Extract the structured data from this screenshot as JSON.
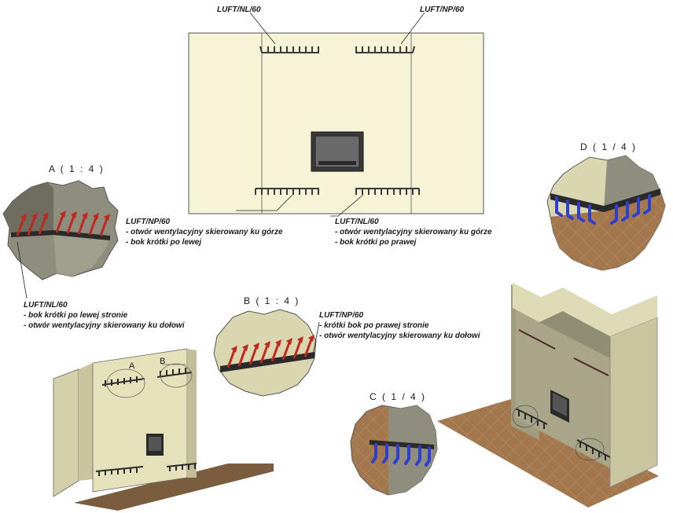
{
  "labels": {
    "top_left": "LUFT/NL/60",
    "top_right": "LUFT/NP/60",
    "mid_np": {
      "title": "LUFT/NP/60",
      "line1": "- otwór wentylacyjny skierowany ku górze",
      "line2": "- bok krótki po lewej"
    },
    "mid_nl": {
      "title": "LUFT/NL/60",
      "line1": "- otwór wentylacyjny skierowany ku górze",
      "line2": "- bok krótki po prawej"
    },
    "left_nl": {
      "title": "LUFT/NL/60",
      "line1": "- bok krótki po lewej stronie",
      "line2": "- otwór wentylacyjny skierowany ku dołowi"
    },
    "b_np": {
      "title": "LUFT/NP/60",
      "line1": "- krótki bok po prawej stronie",
      "line2": "- otwór wentylacyjny skierowany ku dołowi"
    }
  },
  "details": {
    "a": "A ( 1 : 4 )",
    "b": "B ( 1 : 4 )",
    "c": "C ( 1 / 4 )",
    "d": "D ( 1 / 4 )"
  },
  "markers": {
    "a": "A",
    "b": "B"
  },
  "colors": {
    "wall": "#f7f3d6",
    "wall_3d": "#d9d6b0",
    "wall_3d_dark": "#b8b58f",
    "stone": "#8f8d7e",
    "floor": "#a57a52",
    "vent_red": "#c0281f",
    "vent_blue": "#2f3fd0",
    "bar": "#2a2a2a"
  }
}
